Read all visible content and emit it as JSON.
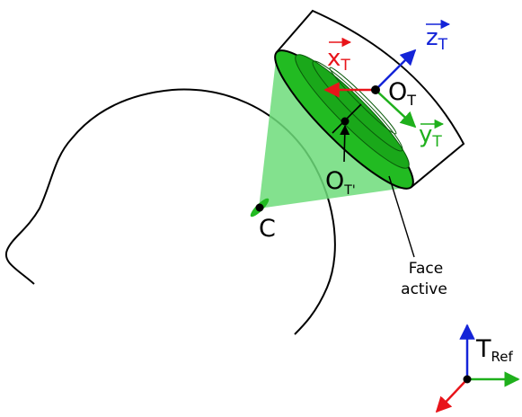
{
  "labels": {
    "x_axis": "x",
    "x_sub": "T",
    "z_axis": "z",
    "z_sub": "T",
    "y_axis": "y",
    "y_sub": "T",
    "origin_t": "O",
    "origin_t_sub": "T",
    "origin_tprime": "O",
    "origin_tprime_sub": "T'",
    "camera": "C",
    "active_face_line1": "Face",
    "active_face_line2": "active",
    "ref_frame": "T",
    "ref_frame_sub": "Ref"
  },
  "colors": {
    "x_axis": "#e8141a",
    "y_axis": "#1fb01c",
    "z_axis": "#1424d8",
    "cone_fill": "#6ddc7a",
    "face_fill": "#22bb22",
    "face_dark": "#109a10",
    "stroke": "#000000"
  }
}
